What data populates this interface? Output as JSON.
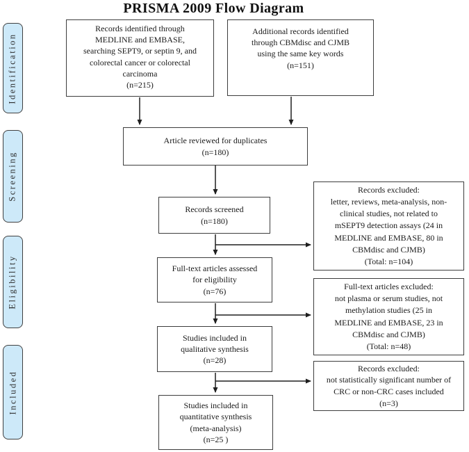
{
  "title": "PRISMA 2009 Flow Diagram",
  "sidebar": {
    "stages": [
      "Identification",
      "Screening",
      "Eligibility",
      "Included"
    ]
  },
  "boxes": {
    "records_identified": "Records identified through\nMEDLINE and EMBASE,\nsearching SEPT9, or septin 9, and\ncolorectal cancer or colorectal\ncarcinoma\n(n=215)",
    "additional_records": "Additional records identified\nthrough CBMdisc and CJMB\nusing the same key words\n(n=151)",
    "duplicates_review": "Article reviewed for duplicates\n(n=180)",
    "records_screened": "Records screened\n(n=180)",
    "fulltext_assessed": "Full-text articles assessed\nfor eligibility\n(n=76)",
    "qualitative_synthesis": "Studies included in\nqualitative synthesis\n(n=28)",
    "quantitative_synthesis": "Studies included in\nquantitative synthesis\n(meta-analysis)\n(n=25 )",
    "excluded_after_screening": "Records excluded:\nletter, reviews, meta-analysis, non-\nclinical studies, not related to\nmSEPT9 detection assays (24 in\nMEDLINE and EMBASE, 80 in\nCBMdisc and CJMB)\n(Total: n=104)",
    "excluded_fulltext": "Full-text articles excluded:\nnot plasma or serum studies, not\nmethylation studies (25 in\nMEDLINE and EMBASE, 23 in\nCBMdisc and CJMB)\n(Total: n=48)",
    "excluded_quantitative": "Records excluded:\nnot statistically significant number of\nCRC or non-CRC cases included\n(n=3)"
  },
  "colors": {
    "stage_fill": "#cde9f9",
    "stage_border": "#404040",
    "box_border": "#3c3c3c",
    "arrow": "#1f1f1f",
    "background": "#ffffff"
  }
}
